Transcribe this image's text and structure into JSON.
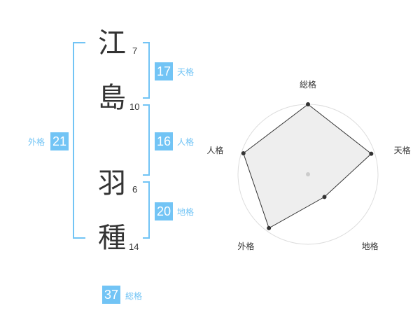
{
  "name": {
    "chars": [
      {
        "char": "江",
        "strokes": "7"
      },
      {
        "char": "島",
        "strokes": "10"
      },
      {
        "char": "羽",
        "strokes": "6"
      },
      {
        "char": "種",
        "strokes": "14"
      }
    ]
  },
  "scores": {
    "tenkaku": {
      "value": "17",
      "label": "天格"
    },
    "jinkaku": {
      "value": "16",
      "label": "人格"
    },
    "chikaku": {
      "value": "20",
      "label": "地格"
    },
    "gaikaku": {
      "value": "21",
      "label": "外格"
    },
    "soukaku": {
      "value": "37",
      "label": "総格"
    }
  },
  "colors": {
    "accent": "#72c4f5",
    "text": "#333333"
  },
  "chart_data": {
    "type": "radar",
    "axes": [
      "総格",
      "天格",
      "地格",
      "外格",
      "人格"
    ],
    "values": [
      1.0,
      0.95,
      0.4,
      0.95,
      0.97
    ],
    "max": 1.0,
    "rings": 5
  }
}
